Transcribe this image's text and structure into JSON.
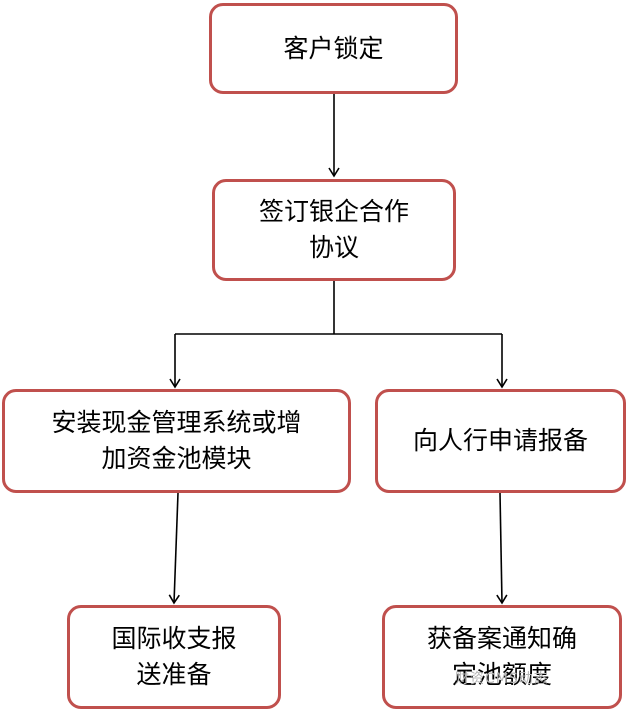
{
  "nodes": {
    "customer_lock": {
      "lines": [
        "客户锁定"
      ]
    },
    "sign_agreement": {
      "lines": [
        "签订银企合作",
        "协议"
      ]
    },
    "install_module": {
      "lines": [
        "安装现金管理系统或增",
        "加资金池模块"
      ]
    },
    "apply_record": {
      "lines": [
        "向人行申请报备"
      ]
    },
    "intl_report": {
      "lines": [
        "国际收支报",
        "送准备"
      ]
    },
    "get_notice": {
      "lines": [
        "获备案通知确",
        "定池额度"
      ]
    }
  },
  "watermark": "财资CMS动态",
  "colors": {
    "box_border": "#c0504d",
    "arrow": "#000000"
  }
}
